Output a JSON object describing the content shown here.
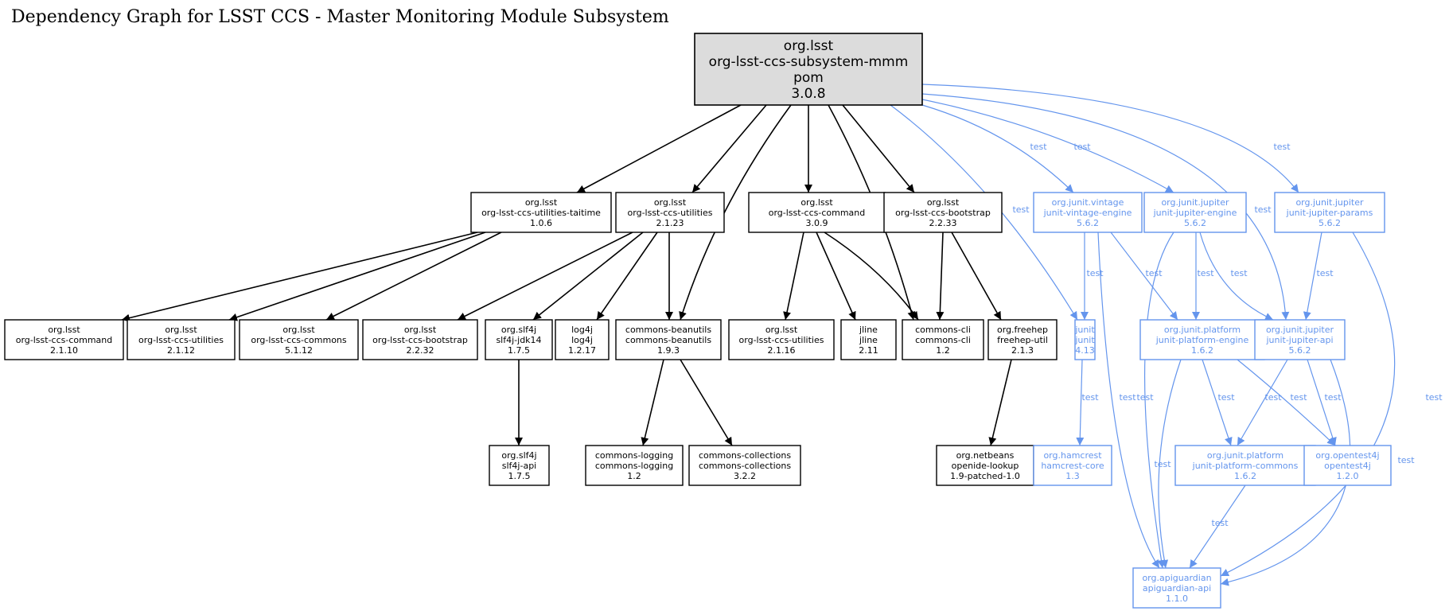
{
  "title": "Dependency Graph for LSST CCS - Master Monitoring Module Subsystem",
  "colors": {
    "compile": "#000000",
    "test": "#6495ED",
    "root_fill": "#dcdcdc"
  },
  "nodes": [
    {
      "id": "root",
      "lines": [
        "org.lsst",
        "org-lsst-ccs-subsystem-mmm",
        "pom",
        "3.0.8"
      ],
      "kind": "root"
    },
    {
      "id": "taitime",
      "lines": [
        "org.lsst",
        "org-lsst-ccs-utilities-taitime",
        "1.0.6"
      ],
      "kind": "compile"
    },
    {
      "id": "utilities2123",
      "lines": [
        "org.lsst",
        "org-lsst-ccs-utilities",
        "2.1.23"
      ],
      "kind": "compile"
    },
    {
      "id": "command309",
      "lines": [
        "org.lsst",
        "org-lsst-ccs-command",
        "3.0.9"
      ],
      "kind": "compile"
    },
    {
      "id": "bootstrap2233",
      "lines": [
        "org.lsst",
        "org-lsst-ccs-bootstrap",
        "2.2.33"
      ],
      "kind": "compile"
    },
    {
      "id": "vintage",
      "lines": [
        "org.junit.vintage",
        "junit-vintage-engine",
        "5.6.2"
      ],
      "kind": "test"
    },
    {
      "id": "jupiterengine",
      "lines": [
        "org.junit.jupiter",
        "junit-jupiter-engine",
        "5.6.2"
      ],
      "kind": "test"
    },
    {
      "id": "jupiterparams",
      "lines": [
        "org.junit.jupiter",
        "junit-jupiter-params",
        "5.6.2"
      ],
      "kind": "test"
    },
    {
      "id": "command2110",
      "lines": [
        "org.lsst",
        "org-lsst-ccs-command",
        "2.1.10"
      ],
      "kind": "compile"
    },
    {
      "id": "utilities2112",
      "lines": [
        "org.lsst",
        "org-lsst-ccs-utilities",
        "2.1.12"
      ],
      "kind": "compile"
    },
    {
      "id": "commons5112",
      "lines": [
        "org.lsst",
        "org-lsst-ccs-commons",
        "5.1.12"
      ],
      "kind": "compile"
    },
    {
      "id": "bootstrap2232",
      "lines": [
        "org.lsst",
        "org-lsst-ccs-bootstrap",
        "2.2.32"
      ],
      "kind": "compile"
    },
    {
      "id": "slf4jjdk",
      "lines": [
        "org.slf4j",
        "slf4j-jdk14",
        "1.7.5"
      ],
      "kind": "compile"
    },
    {
      "id": "log4j",
      "lines": [
        "log4j",
        "log4j",
        "1.2.17"
      ],
      "kind": "compile"
    },
    {
      "id": "beanutils",
      "lines": [
        "commons-beanutils",
        "commons-beanutils",
        "1.9.3"
      ],
      "kind": "compile"
    },
    {
      "id": "utilities2116",
      "lines": [
        "org.lsst",
        "org-lsst-ccs-utilities",
        "2.1.16"
      ],
      "kind": "compile"
    },
    {
      "id": "jline",
      "lines": [
        "jline",
        "jline",
        "2.11"
      ],
      "kind": "compile"
    },
    {
      "id": "commonscli",
      "lines": [
        "commons-cli",
        "commons-cli",
        "1.2"
      ],
      "kind": "compile"
    },
    {
      "id": "freehep",
      "lines": [
        "org.freehep",
        "freehep-util",
        "2.1.3"
      ],
      "kind": "compile"
    },
    {
      "id": "junit",
      "lines": [
        "junit",
        "junit",
        "4.13"
      ],
      "kind": "test"
    },
    {
      "id": "platformengine",
      "lines": [
        "org.junit.platform",
        "junit-platform-engine",
        "1.6.2"
      ],
      "kind": "test"
    },
    {
      "id": "jupiterapi",
      "lines": [
        "org.junit.jupiter",
        "junit-jupiter-api",
        "5.6.2"
      ],
      "kind": "test"
    },
    {
      "id": "slf4japi",
      "lines": [
        "org.slf4j",
        "slf4j-api",
        "1.7.5"
      ],
      "kind": "compile"
    },
    {
      "id": "logging",
      "lines": [
        "commons-logging",
        "commons-logging",
        "1.2"
      ],
      "kind": "compile"
    },
    {
      "id": "collections",
      "lines": [
        "commons-collections",
        "commons-collections",
        "3.2.2"
      ],
      "kind": "compile"
    },
    {
      "id": "openide",
      "lines": [
        "org.netbeans",
        "openide-lookup",
        "1.9-patched-1.0"
      ],
      "kind": "compile"
    },
    {
      "id": "hamcrest",
      "lines": [
        "org.hamcrest",
        "hamcrest-core",
        "1.3"
      ],
      "kind": "test"
    },
    {
      "id": "platformcommons",
      "lines": [
        "org.junit.platform",
        "junit-platform-commons",
        "1.6.2"
      ],
      "kind": "test"
    },
    {
      "id": "opentest4j",
      "lines": [
        "org.opentest4j",
        "opentest4j",
        "1.2.0"
      ],
      "kind": "test"
    },
    {
      "id": "apiguardian",
      "lines": [
        "org.apiguardian",
        "apiguardian-api",
        "1.1.0"
      ],
      "kind": "test"
    }
  ],
  "edges": [
    {
      "from": "root",
      "to": "taitime",
      "kind": "compile"
    },
    {
      "from": "root",
      "to": "utilities2123",
      "kind": "compile"
    },
    {
      "from": "root",
      "to": "beanutils",
      "kind": "compile"
    },
    {
      "from": "root",
      "to": "command309",
      "kind": "compile"
    },
    {
      "from": "root",
      "to": "commonscli",
      "kind": "compile"
    },
    {
      "from": "root",
      "to": "bootstrap2233",
      "kind": "compile"
    },
    {
      "from": "root",
      "to": "junit",
      "kind": "test",
      "label": "test"
    },
    {
      "from": "root",
      "to": "vintage",
      "kind": "test",
      "label": "test"
    },
    {
      "from": "root",
      "to": "jupiterengine",
      "kind": "test",
      "label": "test"
    },
    {
      "from": "root",
      "to": "jupiterapi",
      "kind": "test",
      "label": "test"
    },
    {
      "from": "root",
      "to": "jupiterparams",
      "kind": "test",
      "label": "test"
    },
    {
      "from": "taitime",
      "to": "command2110",
      "kind": "compile"
    },
    {
      "from": "taitime",
      "to": "utilities2112",
      "kind": "compile"
    },
    {
      "from": "taitime",
      "to": "commons5112",
      "kind": "compile"
    },
    {
      "from": "utilities2123",
      "to": "bootstrap2232",
      "kind": "compile"
    },
    {
      "from": "utilities2123",
      "to": "slf4jjdk",
      "kind": "compile"
    },
    {
      "from": "utilities2123",
      "to": "log4j",
      "kind": "compile"
    },
    {
      "from": "utilities2123",
      "to": "beanutils",
      "kind": "compile"
    },
    {
      "from": "command309",
      "to": "utilities2116",
      "kind": "compile"
    },
    {
      "from": "command309",
      "to": "jline",
      "kind": "compile"
    },
    {
      "from": "command309",
      "to": "commonscli",
      "kind": "compile"
    },
    {
      "from": "bootstrap2233",
      "to": "commonscli",
      "kind": "compile"
    },
    {
      "from": "bootstrap2233",
      "to": "freehep",
      "kind": "compile"
    },
    {
      "from": "slf4jjdk",
      "to": "slf4japi",
      "kind": "compile"
    },
    {
      "from": "beanutils",
      "to": "logging",
      "kind": "compile"
    },
    {
      "from": "beanutils",
      "to": "collections",
      "kind": "compile"
    },
    {
      "from": "freehep",
      "to": "openide",
      "kind": "compile"
    },
    {
      "from": "vintage",
      "to": "junit",
      "kind": "test",
      "label": "test"
    },
    {
      "from": "vintage",
      "to": "platformengine",
      "kind": "test",
      "label": "test"
    },
    {
      "from": "vintage",
      "to": "apiguardian",
      "kind": "test",
      "label": "test"
    },
    {
      "from": "jupiterengine",
      "to": "platformengine",
      "kind": "test",
      "label": "test"
    },
    {
      "from": "jupiterengine",
      "to": "jupiterapi",
      "kind": "test",
      "label": "test"
    },
    {
      "from": "jupiterengine",
      "to": "apiguardian",
      "kind": "test",
      "label": "test"
    },
    {
      "from": "jupiterparams",
      "to": "jupiterapi",
      "kind": "test",
      "label": "test"
    },
    {
      "from": "jupiterparams",
      "to": "apiguardian",
      "kind": "test",
      "label": "test"
    },
    {
      "from": "junit",
      "to": "hamcrest",
      "kind": "test",
      "label": "test"
    },
    {
      "from": "platformengine",
      "to": "platformcommons",
      "kind": "test",
      "label": "test"
    },
    {
      "from": "platformengine",
      "to": "opentest4j",
      "kind": "test",
      "label": "test"
    },
    {
      "from": "platformengine",
      "to": "apiguardian",
      "kind": "test",
      "label": "test"
    },
    {
      "from": "jupiterapi",
      "to": "platformcommons",
      "kind": "test",
      "label": "test"
    },
    {
      "from": "jupiterapi",
      "to": "opentest4j",
      "kind": "test",
      "label": "test"
    },
    {
      "from": "jupiterapi",
      "to": "apiguardian",
      "kind": "test",
      "label": "test"
    },
    {
      "from": "platformcommons",
      "to": "apiguardian",
      "kind": "test",
      "label": "test"
    }
  ]
}
